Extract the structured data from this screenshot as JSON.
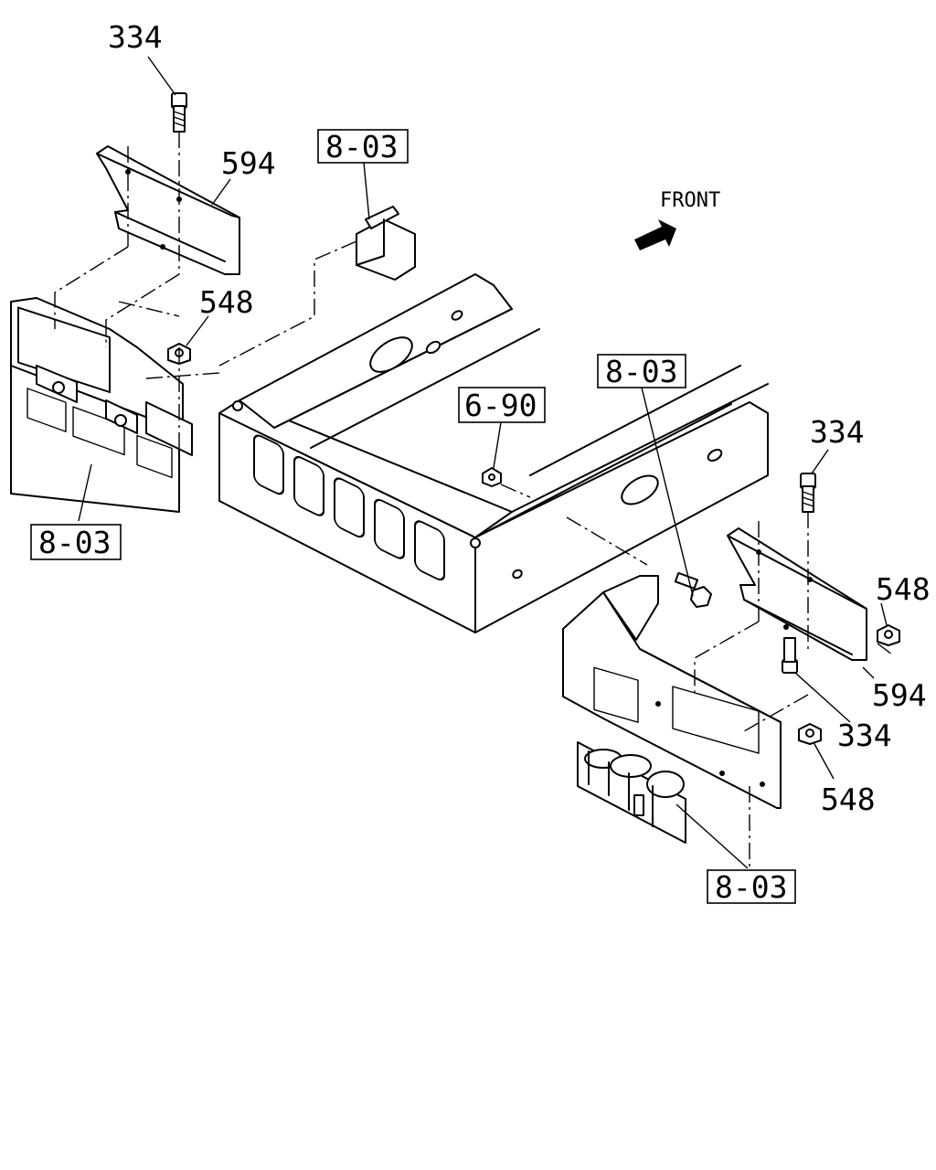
{
  "direction_label": "FRONT",
  "callouts": {
    "bolt_upper_left": "334",
    "bracket_left": "594",
    "nut_left": "548",
    "ref_top_center": "8-03",
    "ref_lower_left": "8-03",
    "ref_center": "6-90",
    "ref_center_right": "8-03",
    "bolt_upper_right": "334",
    "nut_right_upper": "548",
    "bracket_right": "594",
    "bolt_right_lower": "334",
    "nut_right_lower": "548",
    "ref_lower_right": "8-03"
  }
}
